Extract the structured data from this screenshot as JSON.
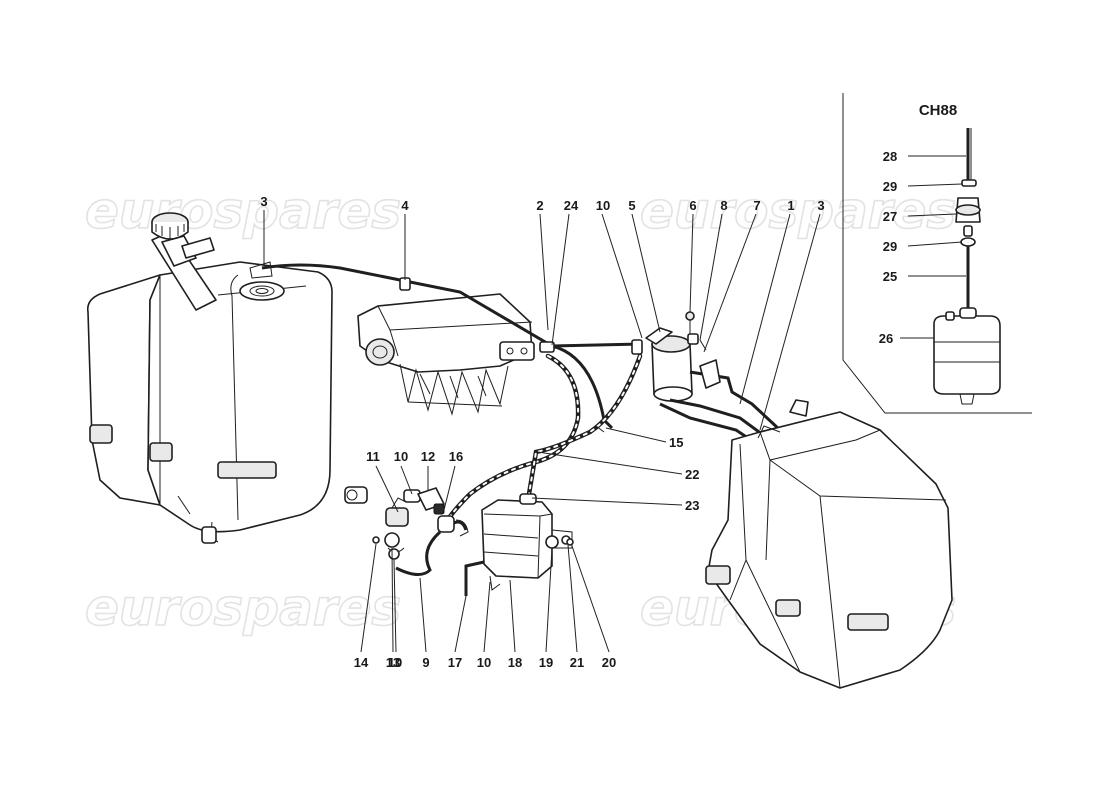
{
  "watermark": "eurospares",
  "reference": "CH88",
  "callouts": [
    {
      "id": "3a",
      "text": "3"
    },
    {
      "id": "4",
      "text": "4"
    },
    {
      "id": "2",
      "text": "2"
    },
    {
      "id": "24",
      "text": "24"
    },
    {
      "id": "10a",
      "text": "10"
    },
    {
      "id": "5",
      "text": "5"
    },
    {
      "id": "6",
      "text": "6"
    },
    {
      "id": "8",
      "text": "8"
    },
    {
      "id": "7",
      "text": "7"
    },
    {
      "id": "1",
      "text": "1"
    },
    {
      "id": "3b",
      "text": "3"
    },
    {
      "id": "15",
      "text": "15"
    },
    {
      "id": "22",
      "text": "22"
    },
    {
      "id": "23",
      "text": "23"
    },
    {
      "id": "11",
      "text": "11"
    },
    {
      "id": "10b",
      "text": "10"
    },
    {
      "id": "12",
      "text": "12"
    },
    {
      "id": "16",
      "text": "16"
    },
    {
      "id": "14",
      "text": "14"
    },
    {
      "id": "13",
      "text": "13"
    },
    {
      "id": "10c",
      "text": "10"
    },
    {
      "id": "9",
      "text": "9"
    },
    {
      "id": "17",
      "text": "17"
    },
    {
      "id": "10d",
      "text": "10"
    },
    {
      "id": "18",
      "text": "18"
    },
    {
      "id": "19",
      "text": "19"
    },
    {
      "id": "21",
      "text": "21"
    },
    {
      "id": "20",
      "text": "20"
    },
    {
      "id": "28",
      "text": "28"
    },
    {
      "id": "29a",
      "text": "29"
    },
    {
      "id": "27",
      "text": "27"
    },
    {
      "id": "29b",
      "text": "29"
    },
    {
      "id": "25",
      "text": "25"
    },
    {
      "id": "26",
      "text": "26"
    }
  ]
}
